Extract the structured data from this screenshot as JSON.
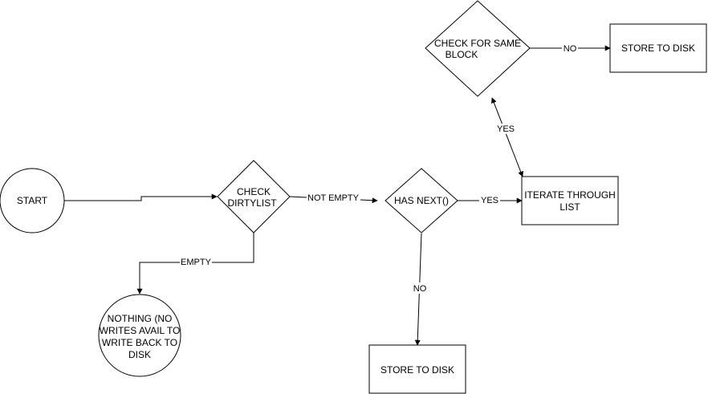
{
  "colors": {
    "stroke": "#000000",
    "fill": "#ffffff",
    "text": "#000000"
  },
  "nodes": {
    "start": {
      "shape": "circle",
      "label": "START"
    },
    "check_dirtylist": {
      "shape": "diamond",
      "line1": "CHECK",
      "line2": "DIRTYLIST"
    },
    "nothing": {
      "shape": "circle",
      "line1": "NOTHING (NO",
      "line2": "WRITES AVAIL TO",
      "line3": "WRITE BACK TO",
      "line4": "DISK"
    },
    "has_next": {
      "shape": "diamond",
      "label": "HAS NEXT()"
    },
    "store_bottom": {
      "shape": "rectangle",
      "label": "STORE TO DISK"
    },
    "iterate": {
      "shape": "rectangle",
      "line1": "ITERATE THROUGH",
      "line2": "LIST"
    },
    "check_same_block": {
      "shape": "diamond",
      "line1": "CHECK FOR SAME",
      "line2": "BLOCK"
    },
    "store_top": {
      "shape": "rectangle",
      "label": "STORE TO DISK"
    }
  },
  "edges": {
    "start_to_check": {
      "label": ""
    },
    "check_to_nothing": {
      "label": "EMPTY"
    },
    "check_to_hasnext": {
      "label": "NOT EMPTY"
    },
    "hasnext_to_iterate": {
      "label": "YES"
    },
    "hasnext_to_store": {
      "label": "NO"
    },
    "iterate_to_sameblock": {
      "label": "YES"
    },
    "sameblock_to_store": {
      "label": "NO"
    }
  }
}
